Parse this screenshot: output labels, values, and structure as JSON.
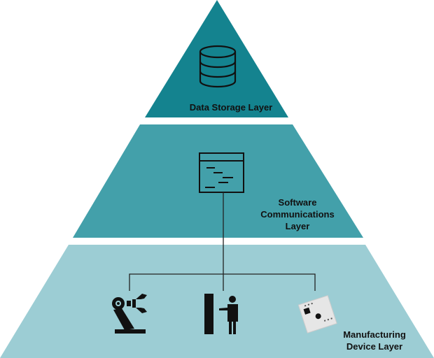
{
  "layers": {
    "top": {
      "label": "Data Storage Layer",
      "color": "#14838f",
      "icon": "database-icon"
    },
    "middle": {
      "label_lines": [
        "Software",
        "Communications",
        "Layer"
      ],
      "color": "#43a0aa",
      "icon": "software-window-icon"
    },
    "bottom": {
      "label_lines": [
        "Manufacturing",
        "Device Layer"
      ],
      "color": "#9ccdd4",
      "icons": [
        "robot-arm-icon",
        "operator-machine-icon",
        "device-controller-icon"
      ]
    }
  }
}
